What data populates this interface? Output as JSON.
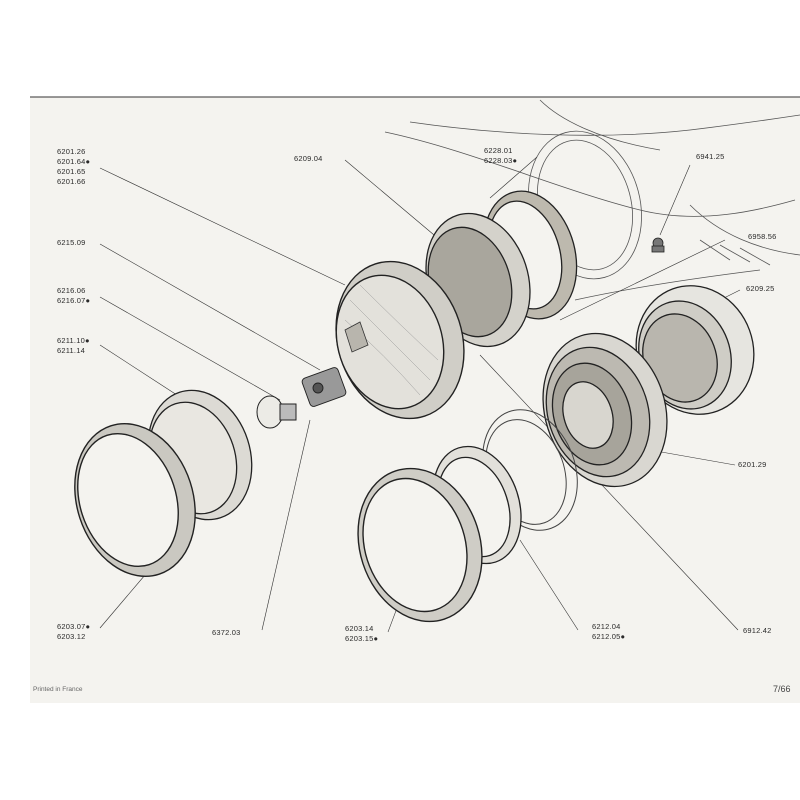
{
  "callouts": {
    "g1": [
      "6201.26",
      "6201.64●",
      "6201.65",
      "6201.66"
    ],
    "g2": [
      "6209.04"
    ],
    "g3": [
      "6228.01",
      "6228.03●"
    ],
    "g4": [
      "6941.25"
    ],
    "g5": [
      "6958.56"
    ],
    "g6": [
      "6209.25"
    ],
    "g7": [
      "6215.09"
    ],
    "g8": [
      "6216.06",
      "6216.07●"
    ],
    "g9": [
      "6211.10●",
      "6211.14"
    ],
    "g10": [
      "6201.29"
    ],
    "g11": [
      "6203.07●",
      "6203.12"
    ],
    "g12": [
      "6372.03"
    ],
    "g13": [
      "6203.14",
      "6203.15●"
    ],
    "g14": [
      "6212.04",
      "6212.05●"
    ],
    "g15": [
      "6912.42"
    ]
  },
  "footer": {
    "printed": "Printed in France",
    "page": "7/66"
  }
}
